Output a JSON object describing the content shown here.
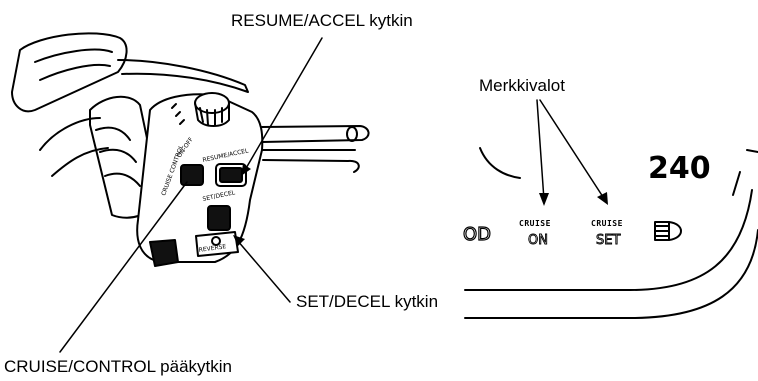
{
  "labels": {
    "resume_accel": "RESUME/ACCEL kytkin",
    "indicators": "Merkkivalot",
    "set_decel": "SET/DECEL kytkin",
    "cruise_control": "CRUISE/CONTROL pääkytkin"
  },
  "switch_housing": {
    "on_off": "ON-OFF",
    "resume_accel": "RESUME/ACCEL",
    "set_decel": "SET/DECEL",
    "cruise_control": "CRUISE CONTROL",
    "reverse": "REVERSE"
  },
  "instrument": {
    "speed": "240",
    "od": "OD",
    "cruise_word": "CRUISE",
    "on": "ON",
    "set": "SET"
  },
  "colors": {
    "line": "#000000",
    "background": "#ffffff"
  }
}
